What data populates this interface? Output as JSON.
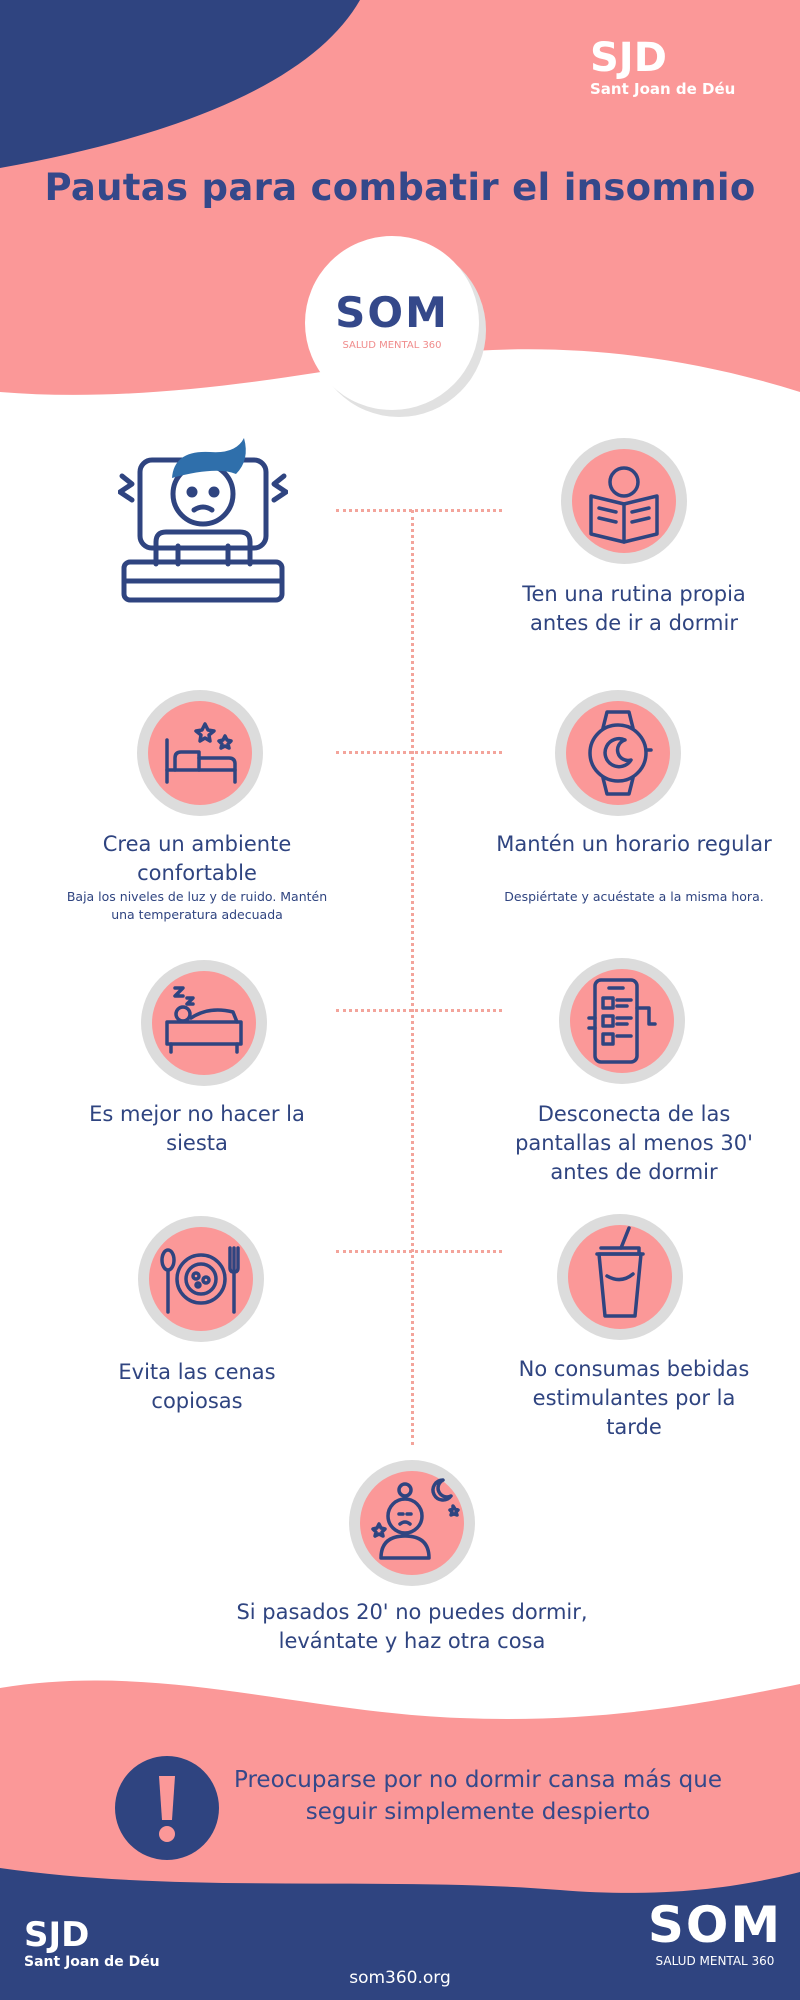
{
  "colors": {
    "navy": "#2f4480",
    "pink": "#fb9898",
    "gray": "#dcdcdc",
    "white": "#ffffff",
    "dots": "#f3a49b"
  },
  "header": {
    "sjd_logo": {
      "title": "SJD",
      "subtitle": "Sant Joan de Déu"
    },
    "page_title": "Pautas para combatir el insomnio",
    "som_badge": {
      "title": "SOM",
      "subtitle": "SALUD MENTAL 360"
    }
  },
  "tips": [
    {
      "icon": "reading-book-icon",
      "title": "Ten una rutina propia antes de ir a dormir",
      "note": ""
    },
    {
      "icon": "bedroom-icon",
      "title": "Crea un ambiente confortable",
      "note": "Baja los niveles de luz y de ruido. Mantén una temperatura adecuada"
    },
    {
      "icon": "watch-icon",
      "title": "Mantén un horario regular",
      "note": "Despiértate y acuéstate a la misma hora."
    },
    {
      "icon": "nap-icon",
      "title": "Es mejor no hacer la siesta",
      "note": ""
    },
    {
      "icon": "smartphone-icon",
      "title": "Desconecta de las pantallas al menos 30' antes de dormir",
      "note": ""
    },
    {
      "icon": "dinner-plate-icon",
      "title": "Evita las cenas copiosas",
      "note": ""
    },
    {
      "icon": "drink-cup-icon",
      "title": "No consumas bebidas estimulantes por la tarde",
      "note": ""
    },
    {
      "icon": "sleepless-person-icon",
      "title": "Si pasados 20' no puedes dormir, levántate y haz otra cosa",
      "note": ""
    }
  ],
  "hero_icon": "insomnia-person-icon",
  "warning": {
    "icon": "exclamation-icon",
    "text": "Preocuparse por no dormir cansa más que seguir simplemente despierto"
  },
  "footer": {
    "sjd_logo": {
      "title": "SJD",
      "subtitle": "Sant Joan de Déu"
    },
    "som_logo": {
      "title": "SOM",
      "subtitle": "SALUD MENTAL 360"
    },
    "url": "som360.org"
  }
}
